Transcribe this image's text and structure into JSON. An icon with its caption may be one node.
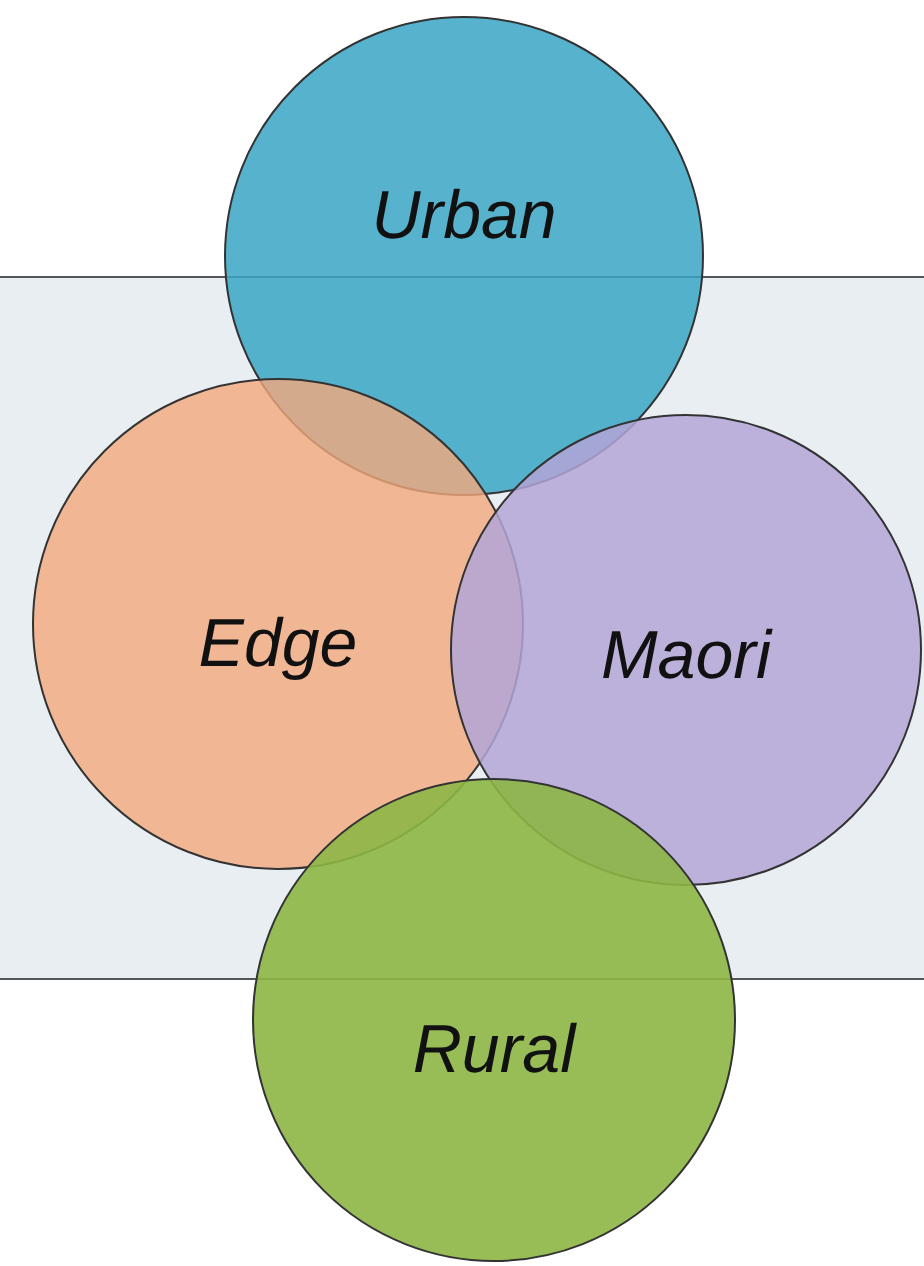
{
  "diagram": {
    "nodes": [
      {
        "text": [
          "Urban"
        ]
      },
      {
        "text": [
          "Edge"
        ]
      },
      {
        "text": [
          "Maori"
        ]
      },
      {
        "text": [
          "Rural"
        ]
      }
    ]
  }
}
